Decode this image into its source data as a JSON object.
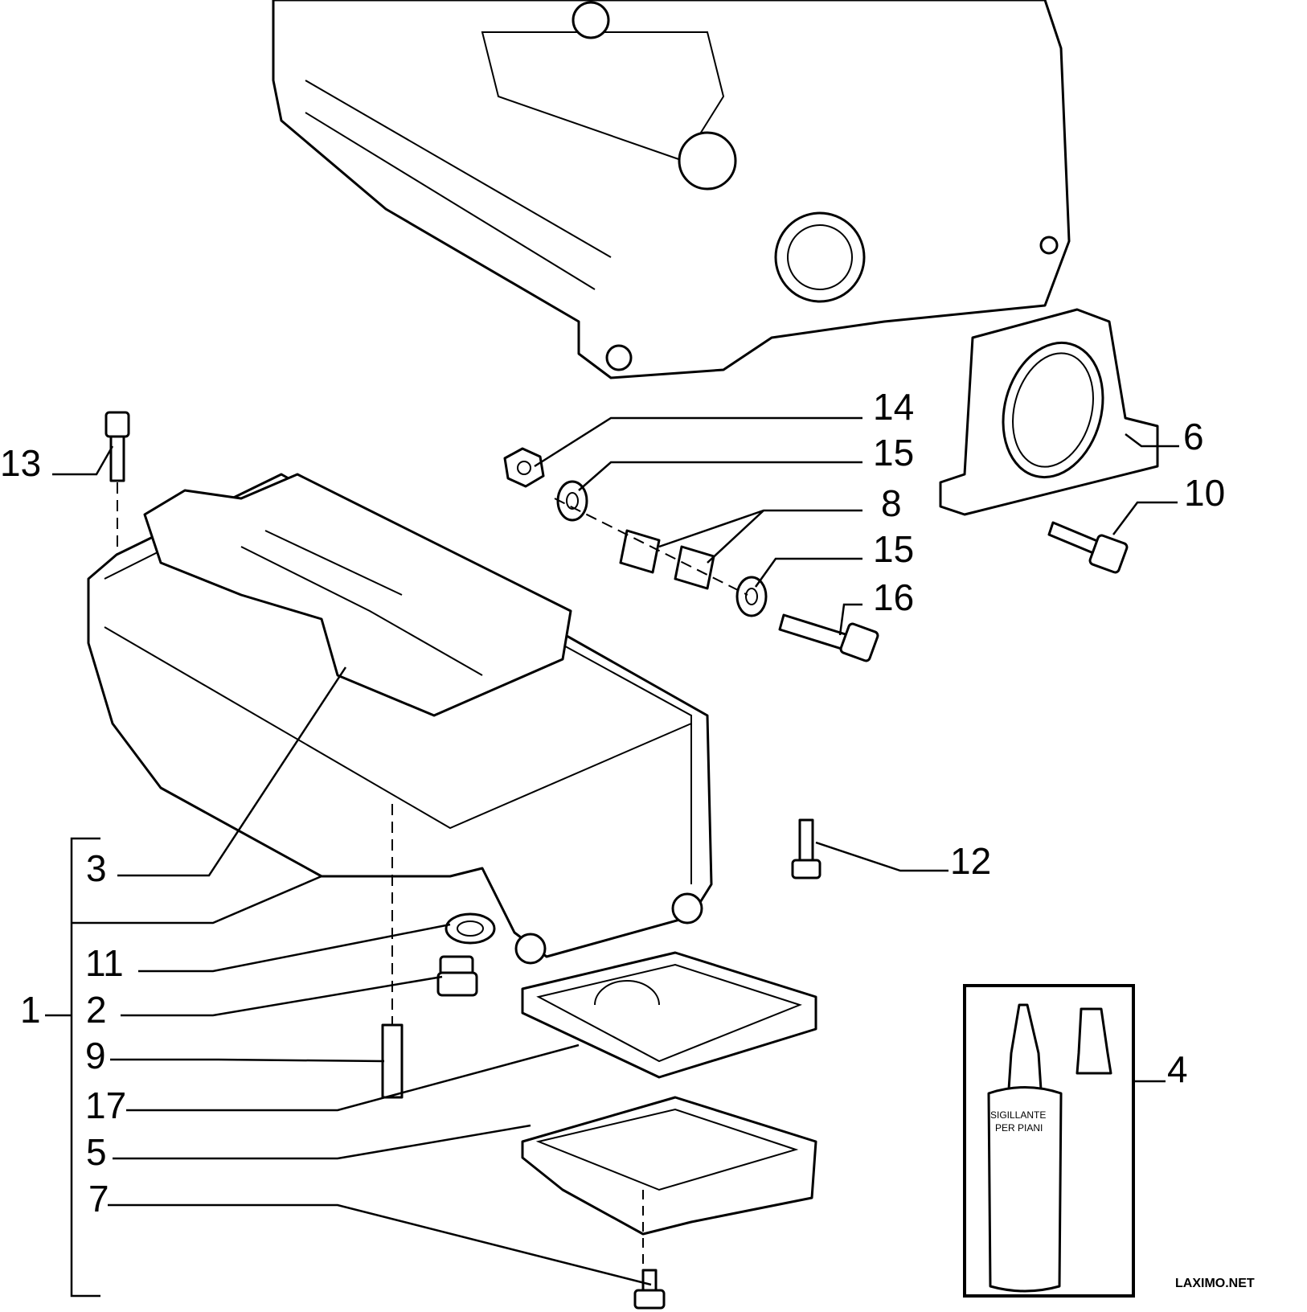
{
  "diagram": {
    "type": "exploded-parts-diagram",
    "subject": "engine oil sump assembly",
    "group_label": "1",
    "group_members": [
      "3",
      "11",
      "2",
      "9",
      "17",
      "5",
      "7"
    ],
    "callouts": [
      {
        "id": "c1",
        "text": "1",
        "part": "oil sump assembly (group)"
      },
      {
        "id": "c2",
        "text": "2",
        "part": "drain plug"
      },
      {
        "id": "c3",
        "text": "3",
        "part": "baffle plate"
      },
      {
        "id": "c4",
        "text": "4",
        "part": "sealant kit"
      },
      {
        "id": "c5",
        "text": "5",
        "part": "lower oil pan"
      },
      {
        "id": "c6",
        "text": "6",
        "part": "rear seal carrier"
      },
      {
        "id": "c7",
        "text": "7",
        "part": "screw"
      },
      {
        "id": "c8",
        "text": "8",
        "part": "bushing"
      },
      {
        "id": "c9",
        "text": "9",
        "part": "stud"
      },
      {
        "id": "c10",
        "text": "10",
        "part": "bolt"
      },
      {
        "id": "c11",
        "text": "11",
        "part": "washer"
      },
      {
        "id": "c12",
        "text": "12",
        "part": "screw"
      },
      {
        "id": "c13",
        "text": "13",
        "part": "bolt"
      },
      {
        "id": "c14",
        "text": "14",
        "part": "nut"
      },
      {
        "id": "c15a",
        "text": "15",
        "part": "washer"
      },
      {
        "id": "c15b",
        "text": "15",
        "part": "washer"
      },
      {
        "id": "c16",
        "text": "16",
        "part": "bolt"
      },
      {
        "id": "c17",
        "text": "17",
        "part": "gasket"
      }
    ],
    "sealant_bottle_text": [
      "SIGILLANTE",
      "PER PIANI"
    ],
    "watermark": "LAXIMO.NET"
  }
}
